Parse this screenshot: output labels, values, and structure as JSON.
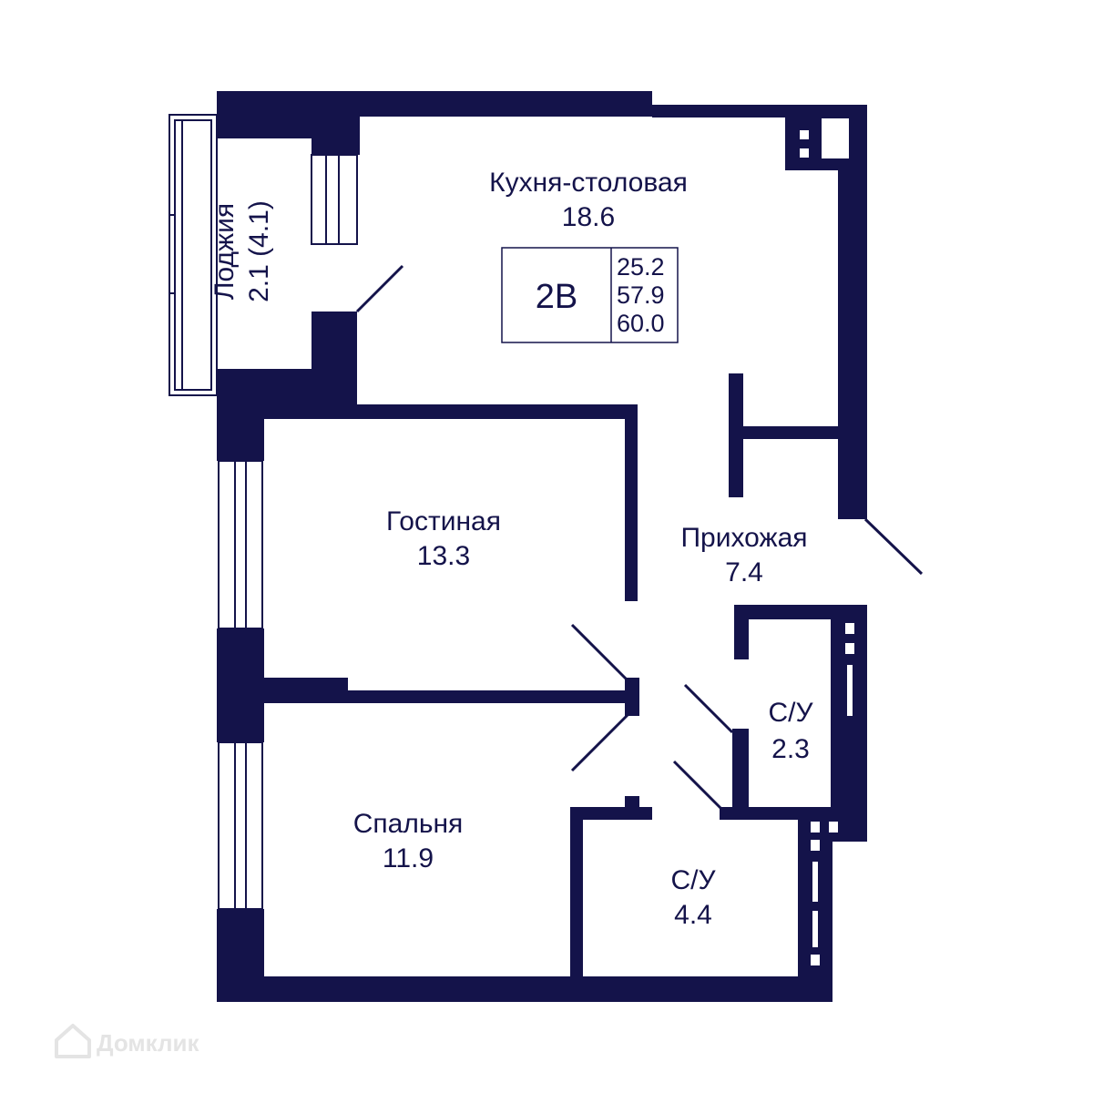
{
  "colors": {
    "wall": "#14134a",
    "background": "#ffffff",
    "watermark": "#e4e4e4"
  },
  "rooms": {
    "kitchen": {
      "name": "Кухня-столовая",
      "area": "18.6"
    },
    "loggia": {
      "name": "Лоджия",
      "area": "2.1 (4.1)"
    },
    "living": {
      "name": "Гостиная",
      "area": "13.3"
    },
    "hall": {
      "name": "Прихожая",
      "area": "7.4"
    },
    "bath_small": {
      "name": "С/У",
      "area": "2.3"
    },
    "bedroom": {
      "name": "Спальня",
      "area": "11.9"
    },
    "bath_large": {
      "name": "С/У",
      "area": "4.4"
    }
  },
  "badge": {
    "code": "2В",
    "values": [
      "25.2",
      "57.9",
      "60.0"
    ]
  },
  "watermark": {
    "text": "Домклик",
    "icon": "house-icon"
  }
}
